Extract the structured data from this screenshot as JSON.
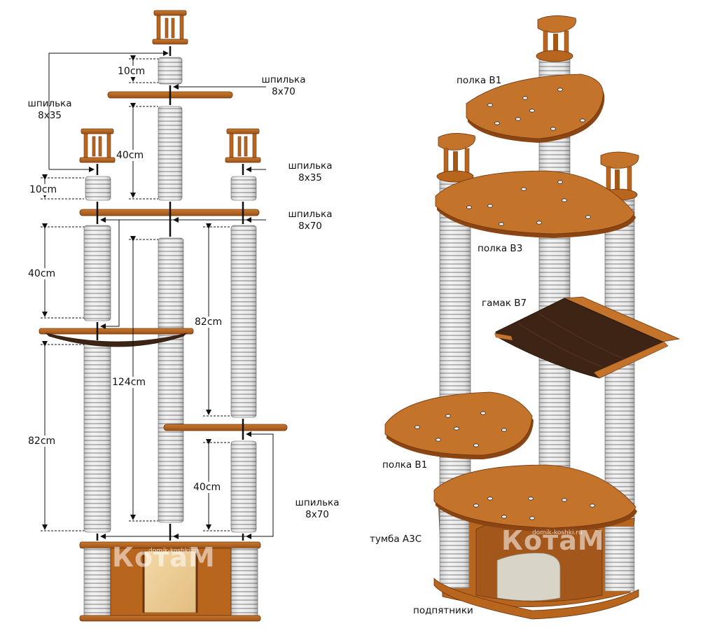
{
  "left": {
    "pin_top": {
      "line1": "шпилька",
      "line2": "8x70"
    },
    "pin_left": {
      "line1": "шпилька",
      "line2": "8x35"
    },
    "pin_right_small": {
      "line1": "шпилька",
      "line2": "8x35"
    },
    "pin_mid": {
      "line1": "шпилька",
      "line2": "8x70"
    },
    "pin_bottom": {
      "line1": "шпилька",
      "line2": "8x70"
    },
    "dims": {
      "top_10": "10cm",
      "top_40": "40cm",
      "left_10": "10cm",
      "left_40": "40cm",
      "right_82": "82cm",
      "center_124": "124cm",
      "left_82": "82cm",
      "right_40": "40cm"
    },
    "watermark": {
      "brand": "КотаМ",
      "site": "domik-koshki.ru"
    }
  },
  "right": {
    "labels": {
      "shelf_b1_top": "полка В1",
      "shelf_b3": "полка В3",
      "hammock_b7": "гамак В7",
      "shelf_b1_low": "полка В1",
      "cabinet": "тумба А3С",
      "feet": "подпятники"
    },
    "watermark": {
      "brand": "КотаМ",
      "site": "domik-koshki.ru"
    }
  },
  "colors": {
    "wood": "#b8651e",
    "wood_dark": "#8a4512",
    "rope": "#e8e8e8",
    "hammock": "#3d2414"
  }
}
